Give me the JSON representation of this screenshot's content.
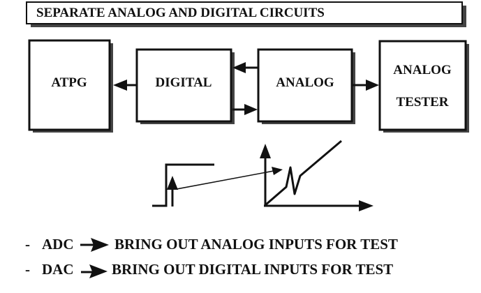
{
  "title": "SEPARATE ANALOG AND DIGITAL CIRCUITS",
  "blocks": {
    "atpg": "ATPG",
    "digital": "DIGITAL",
    "analog": "ANALOG",
    "tester_line1": "ANALOG",
    "tester_line2": "TESTER"
  },
  "bullets": [
    {
      "dash": "-",
      "term": "ADC",
      "text": "BRING OUT ANALOG INPUTS FOR TEST"
    },
    {
      "dash": "-",
      "term": "DAC",
      "text": "BRING OUT DIGITAL INPUTS FOR TEST"
    }
  ]
}
